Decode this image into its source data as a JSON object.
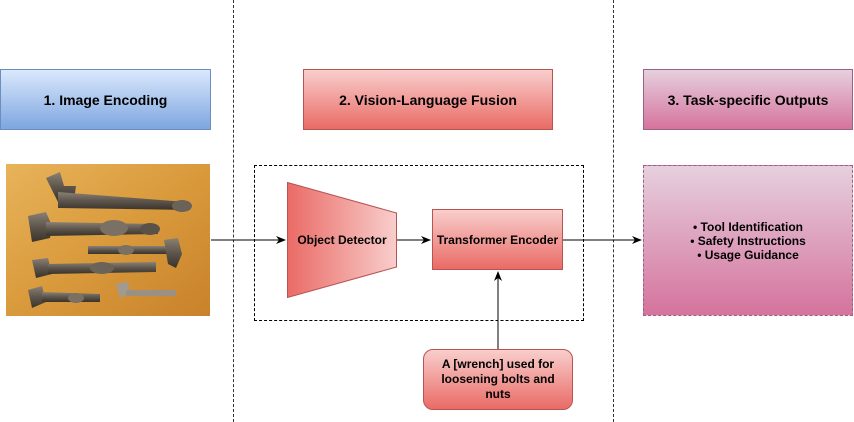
{
  "columns": {
    "encoding_title": "1. Image Encoding",
    "fusion_title": "2. Vision-Language Fusion",
    "outputs_title": "3. Task-specific Outputs"
  },
  "fusion": {
    "detector_label": "Object Detector",
    "encoder_label": "Transformer Encoder"
  },
  "prompt": {
    "text": "A [wrench] used for loosening bolts and nuts"
  },
  "outputs": {
    "items": [
      "• Tool Identification",
      "• Safety Instructions",
      "• Usage Guidance"
    ]
  },
  "colors": {
    "blue_top": "#dae8fc",
    "blue_bottom": "#7ea6e0",
    "red_top": "#f8cecc",
    "red_bottom": "#ea6b66",
    "purple_top": "#e6d0de",
    "purple_bottom": "#d5739d"
  }
}
